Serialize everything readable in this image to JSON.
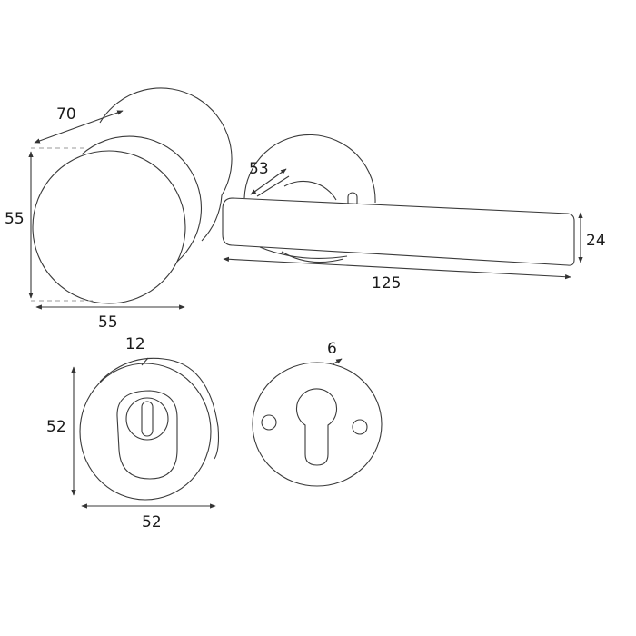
{
  "diagram": {
    "type": "technical-drawing",
    "subject": "door knob, lever handle, cylinder rosette and keyhole escutcheon dimensions",
    "stroke_color": "#3a3a3a",
    "text_color": "#1a1a1a"
  },
  "knob": {
    "depth_label": "70",
    "height_label": "55",
    "width_label": "55"
  },
  "lever": {
    "rose_diameter_label": "53",
    "length_label": "125",
    "grip_height_label": "24"
  },
  "cylinder_rose": {
    "thickness_label": "12",
    "height_label": "52",
    "width_label": "52"
  },
  "key_escutcheon": {
    "thickness_label": "6"
  }
}
